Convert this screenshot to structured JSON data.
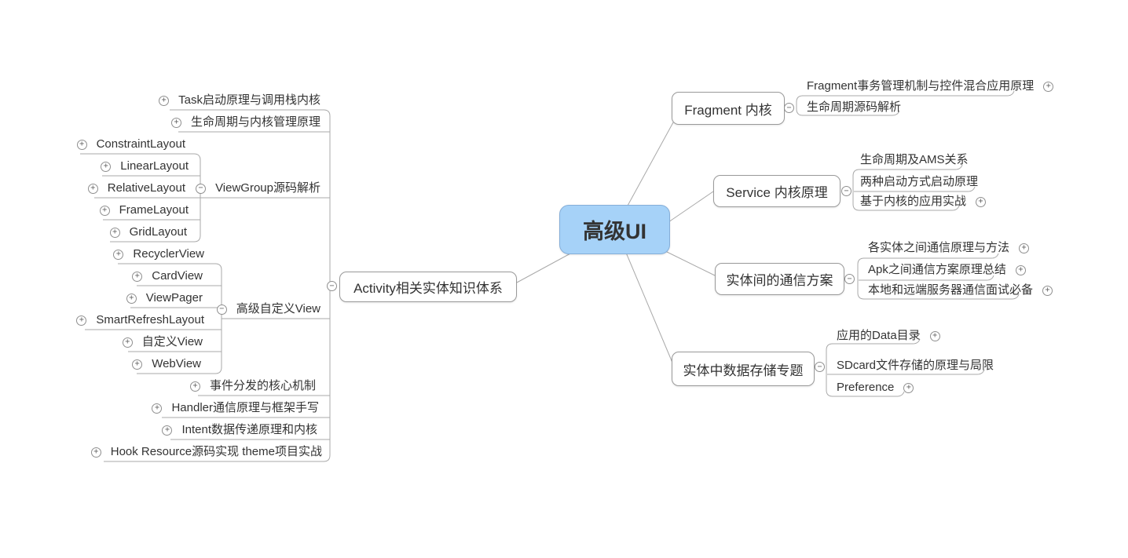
{
  "icons": {
    "expand": "+",
    "collapse": "−"
  },
  "colors": {
    "central_fill": "#a6d2f8",
    "central_border": "#85aed8",
    "box_border": "#9a9a9a",
    "connector": "#a9a9a9",
    "text": "#333333"
  },
  "root": {
    "label": "高级UI"
  },
  "activity": {
    "label": "Activity相关实体知识体系",
    "children": [
      {
        "label": "Task启动原理与调用栈内核"
      },
      {
        "label": "生命周期与内核管理原理"
      },
      {
        "label": "ViewGroup源码解析",
        "children": [
          {
            "label": "ConstraintLayout"
          },
          {
            "label": "LinearLayout"
          },
          {
            "label": "RelativeLayout"
          },
          {
            "label": "FrameLayout"
          },
          {
            "label": "GridLayout"
          }
        ]
      },
      {
        "label": "高级自定义View",
        "children": [
          {
            "label": "RecyclerView"
          },
          {
            "label": "CardView"
          },
          {
            "label": "ViewPager"
          },
          {
            "label": "SmartRefreshLayout"
          },
          {
            "label": "自定义View"
          },
          {
            "label": "WebView"
          }
        ]
      },
      {
        "label": "事件分发的核心机制"
      },
      {
        "label": "Handler通信原理与框架手写"
      },
      {
        "label": "Intent数据传递原理和内核"
      },
      {
        "label": "Hook Resource源码实现 theme项目实战"
      }
    ]
  },
  "fragment": {
    "label": "Fragment 内核",
    "children": [
      {
        "label": "Fragment事务管理机制与控件混合应用原理"
      },
      {
        "label": "生命周期源码解析"
      }
    ]
  },
  "service": {
    "label": "Service 内核原理",
    "children": [
      {
        "label": "生命周期及AMS关系"
      },
      {
        "label": "两种启动方式启动原理"
      },
      {
        "label": "基于内核的应用实战"
      }
    ]
  },
  "communication": {
    "label": "实体间的通信方案",
    "children": [
      {
        "label": "各实体之间通信原理与方法"
      },
      {
        "label": "Apk之间通信方案原理总结"
      },
      {
        "label": "本地和远端服务器通信面试必备"
      }
    ]
  },
  "storage": {
    "label": "实体中数据存储专题",
    "children": [
      {
        "label": "应用的Data目录"
      },
      {
        "label": "SDcard文件存储的原理与局限"
      },
      {
        "label": "Preference"
      }
    ]
  }
}
